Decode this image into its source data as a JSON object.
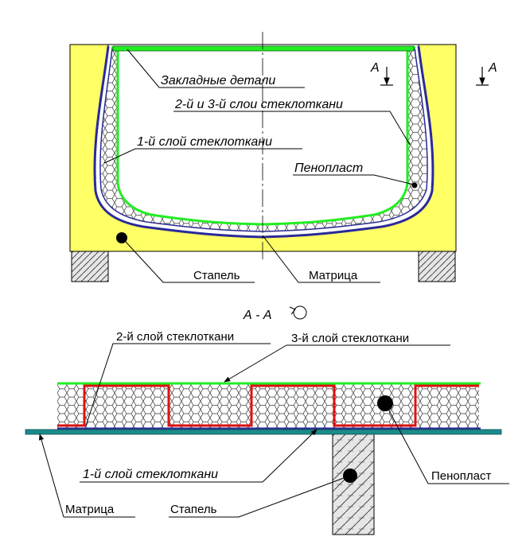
{
  "top_view": {
    "labels": {
      "embedded_parts": "Закладные детали",
      "layers_2_3": "2-й и 3-й слои стеклоткани",
      "layer_1": "1-й слой стеклоткани",
      "foam": "Пенопласт",
      "stapel": "Стапель",
      "matrix": "Матрица"
    },
    "section_marks": [
      "А",
      "А"
    ]
  },
  "section_view": {
    "title": "А - А",
    "labels": {
      "layer_2": "2-й слой стеклоткани",
      "layer_3": "3-й слой стеклоткани",
      "layer_1": "1-й слой стеклоткани",
      "foam": "Пенопласт",
      "matrix": "Матрица",
      "stapel": "Стапель"
    }
  },
  "colors": {
    "matrix_fill": "#ffff66",
    "outer_layer": "#2a2a9a",
    "inner_layer": "#22ee22",
    "red_layer": "#dd1111",
    "teal_matrix": "#1c8a8a",
    "stapel_block": "#dddddd"
  }
}
